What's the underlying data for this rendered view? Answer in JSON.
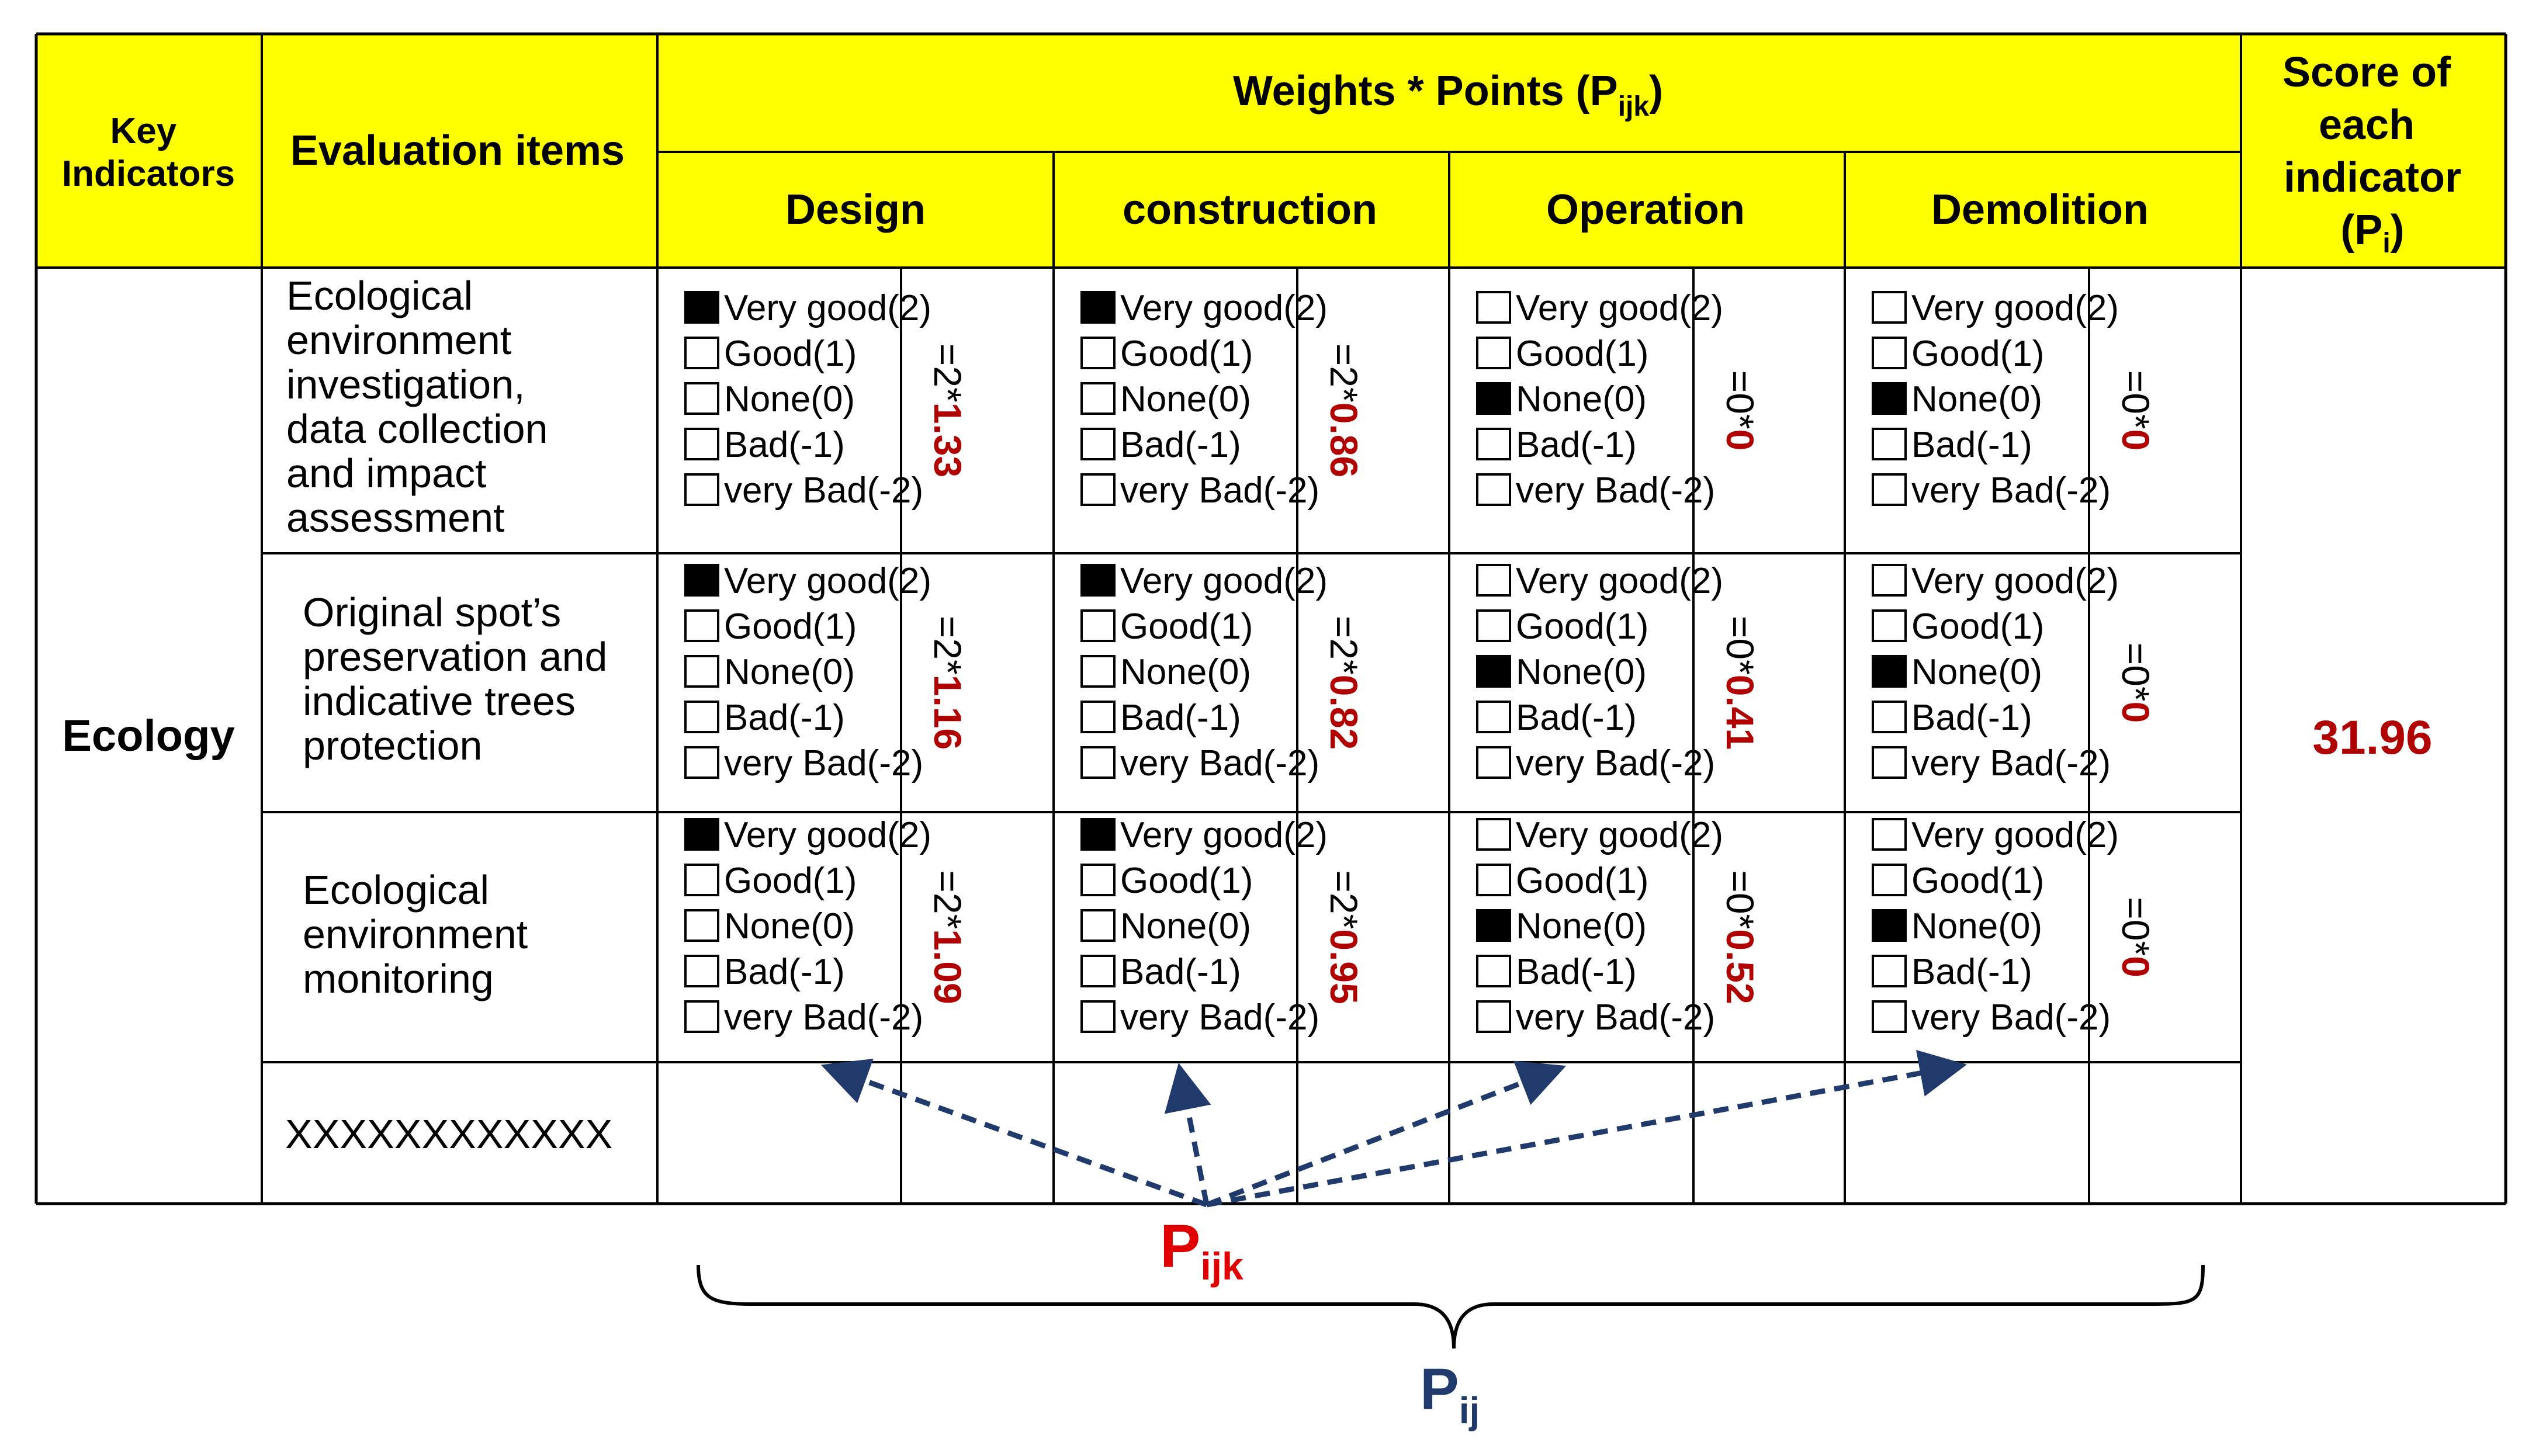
{
  "header": {
    "key_indicators": [
      "Key",
      "Indicators"
    ],
    "evaluation_items": "Evaluation items",
    "weights_points": "Weights * Points (P",
    "weights_points_sub": "ijk",
    "weights_points_close": ")",
    "phases": [
      "Design",
      "construction",
      "Operation",
      "Demolition"
    ],
    "score": [
      "Score of",
      "each",
      "indicator"
    ],
    "score_symbol": "(P",
    "score_symbol_sub": "i",
    "score_symbol_close": ")"
  },
  "indicator": "Ecology",
  "score_value": "31.96",
  "options": [
    "Very good(2)",
    "Good(1)",
    "None(0)",
    "Bad(-1)",
    "very Bad(-2)"
  ],
  "rows": [
    {
      "item_lines": [
        "Ecological",
        "environment",
        "investigation,",
        "data collection",
        "and impact",
        "assessment"
      ],
      "phases": [
        {
          "selected": 0,
          "calc_prefix": "=2*",
          "calc_weight": "1.33"
        },
        {
          "selected": 0,
          "calc_prefix": "=2*",
          "calc_weight": "0.86"
        },
        {
          "selected": 2,
          "calc_prefix": "=0*",
          "calc_weight": "0"
        },
        {
          "selected": 2,
          "calc_prefix": "=0*",
          "calc_weight": "0"
        }
      ]
    },
    {
      "item_lines": [
        "Original spot’s",
        "preservation and",
        "indicative  trees",
        "protection"
      ],
      "phases": [
        {
          "selected": 0,
          "calc_prefix": "=2*",
          "calc_weight": "1.16"
        },
        {
          "selected": 0,
          "calc_prefix": "=2*",
          "calc_weight": "0.82"
        },
        {
          "selected": 2,
          "calc_prefix": "=0*",
          "calc_weight": "0.41"
        },
        {
          "selected": 2,
          "calc_prefix": "=0*",
          "calc_weight": "0"
        }
      ]
    },
    {
      "item_lines": [
        "Ecological",
        "environment",
        "monitoring"
      ],
      "phases": [
        {
          "selected": 0,
          "calc_prefix": "=2*",
          "calc_weight": "1.09"
        },
        {
          "selected": 0,
          "calc_prefix": "=2*",
          "calc_weight": "0.95"
        },
        {
          "selected": 2,
          "calc_prefix": "=0*",
          "calc_weight": "0.52"
        },
        {
          "selected": 2,
          "calc_prefix": "=0*",
          "calc_weight": "0"
        }
      ]
    }
  ],
  "placeholder_row": "XXXXXXXXXXXX",
  "annotations": {
    "pijk": "P",
    "pijk_sub": "ijk",
    "pij": "P",
    "pij_sub": "ij"
  },
  "colors": {
    "header_bg": "#ffff00",
    "grid_line": "#000000",
    "weight_red": "#b00000",
    "pijk_red": "#e00000",
    "arrow_navy": "#1f3a6b"
  }
}
